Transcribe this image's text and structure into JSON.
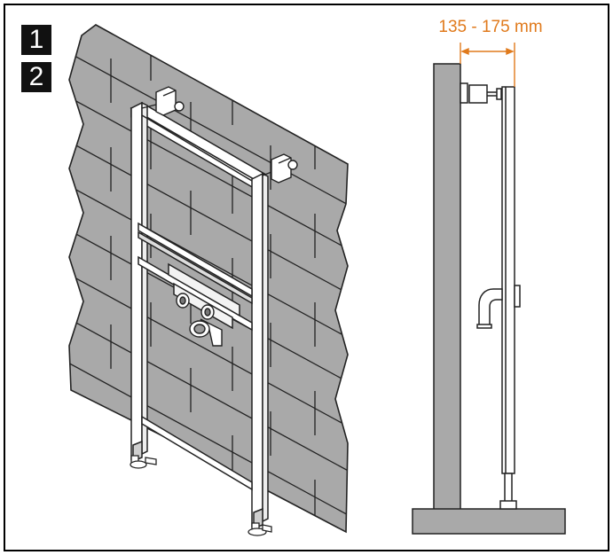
{
  "steps": {
    "first": "1",
    "second": "2"
  },
  "dimension": {
    "label": "135 - 175 mm",
    "color": "#e07a1c"
  },
  "colors": {
    "wall": "#a9a9a9",
    "wall_line": "#222222",
    "frame": "#ffffff",
    "floor": "#a9a9a9",
    "text": "#111111"
  },
  "icons": [
    "wall-bracket-icon",
    "drain-elbow-icon",
    "adjustable-foot-icon"
  ]
}
